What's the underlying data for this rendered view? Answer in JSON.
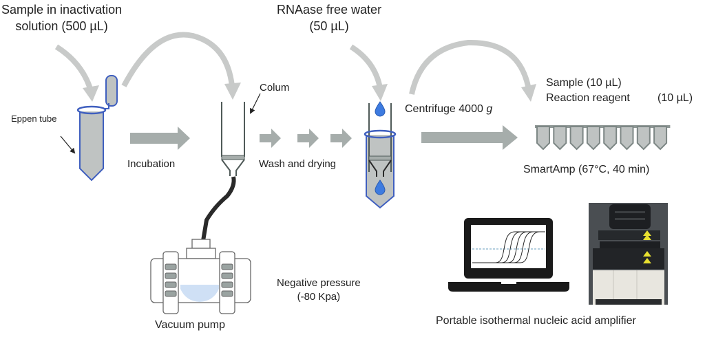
{
  "labels": {
    "sample_in_inactivation": [
      "Sample in inactivation",
      "solution (500 µL)"
    ],
    "eppen_tube": "Eppen tube",
    "incubation": "Incubation",
    "colum": "Colum",
    "wash_and_drying": "Wash and drying",
    "rnaase_free_water": [
      "RNAase free water",
      "(50 µL)"
    ],
    "centrifuge": "Centrifuge 4000",
    "centrifuge_unit": "g",
    "sample_volume": "Sample (10 µL)",
    "reaction_reagent": "Reaction reagent",
    "reaction_reagent_volume": "(10 µL)",
    "smartamp": "SmartAmp (67°C, 40 min)",
    "negative_pressure": [
      "Negative pressure",
      "(-80 Kpa)"
    ],
    "vacuum_pump": "Vacuum pump",
    "portable_amplifier": "Portable isothermal nucleic acid amplifier"
  },
  "pcr_strip_tube_count": 8,
  "amplification_curve_count": 5,
  "colors": {
    "arrow_gray": "#c8cac9",
    "block_arrow": "#a6adab",
    "tube_fill": "#bfc3c2",
    "tube_outline": "#3f5fbf",
    "droplet_blue": "#3d7be0",
    "column_line": "#4f5a58",
    "hose": "#2a2a2a",
    "amplifier_yellow": "#e8e030"
  }
}
